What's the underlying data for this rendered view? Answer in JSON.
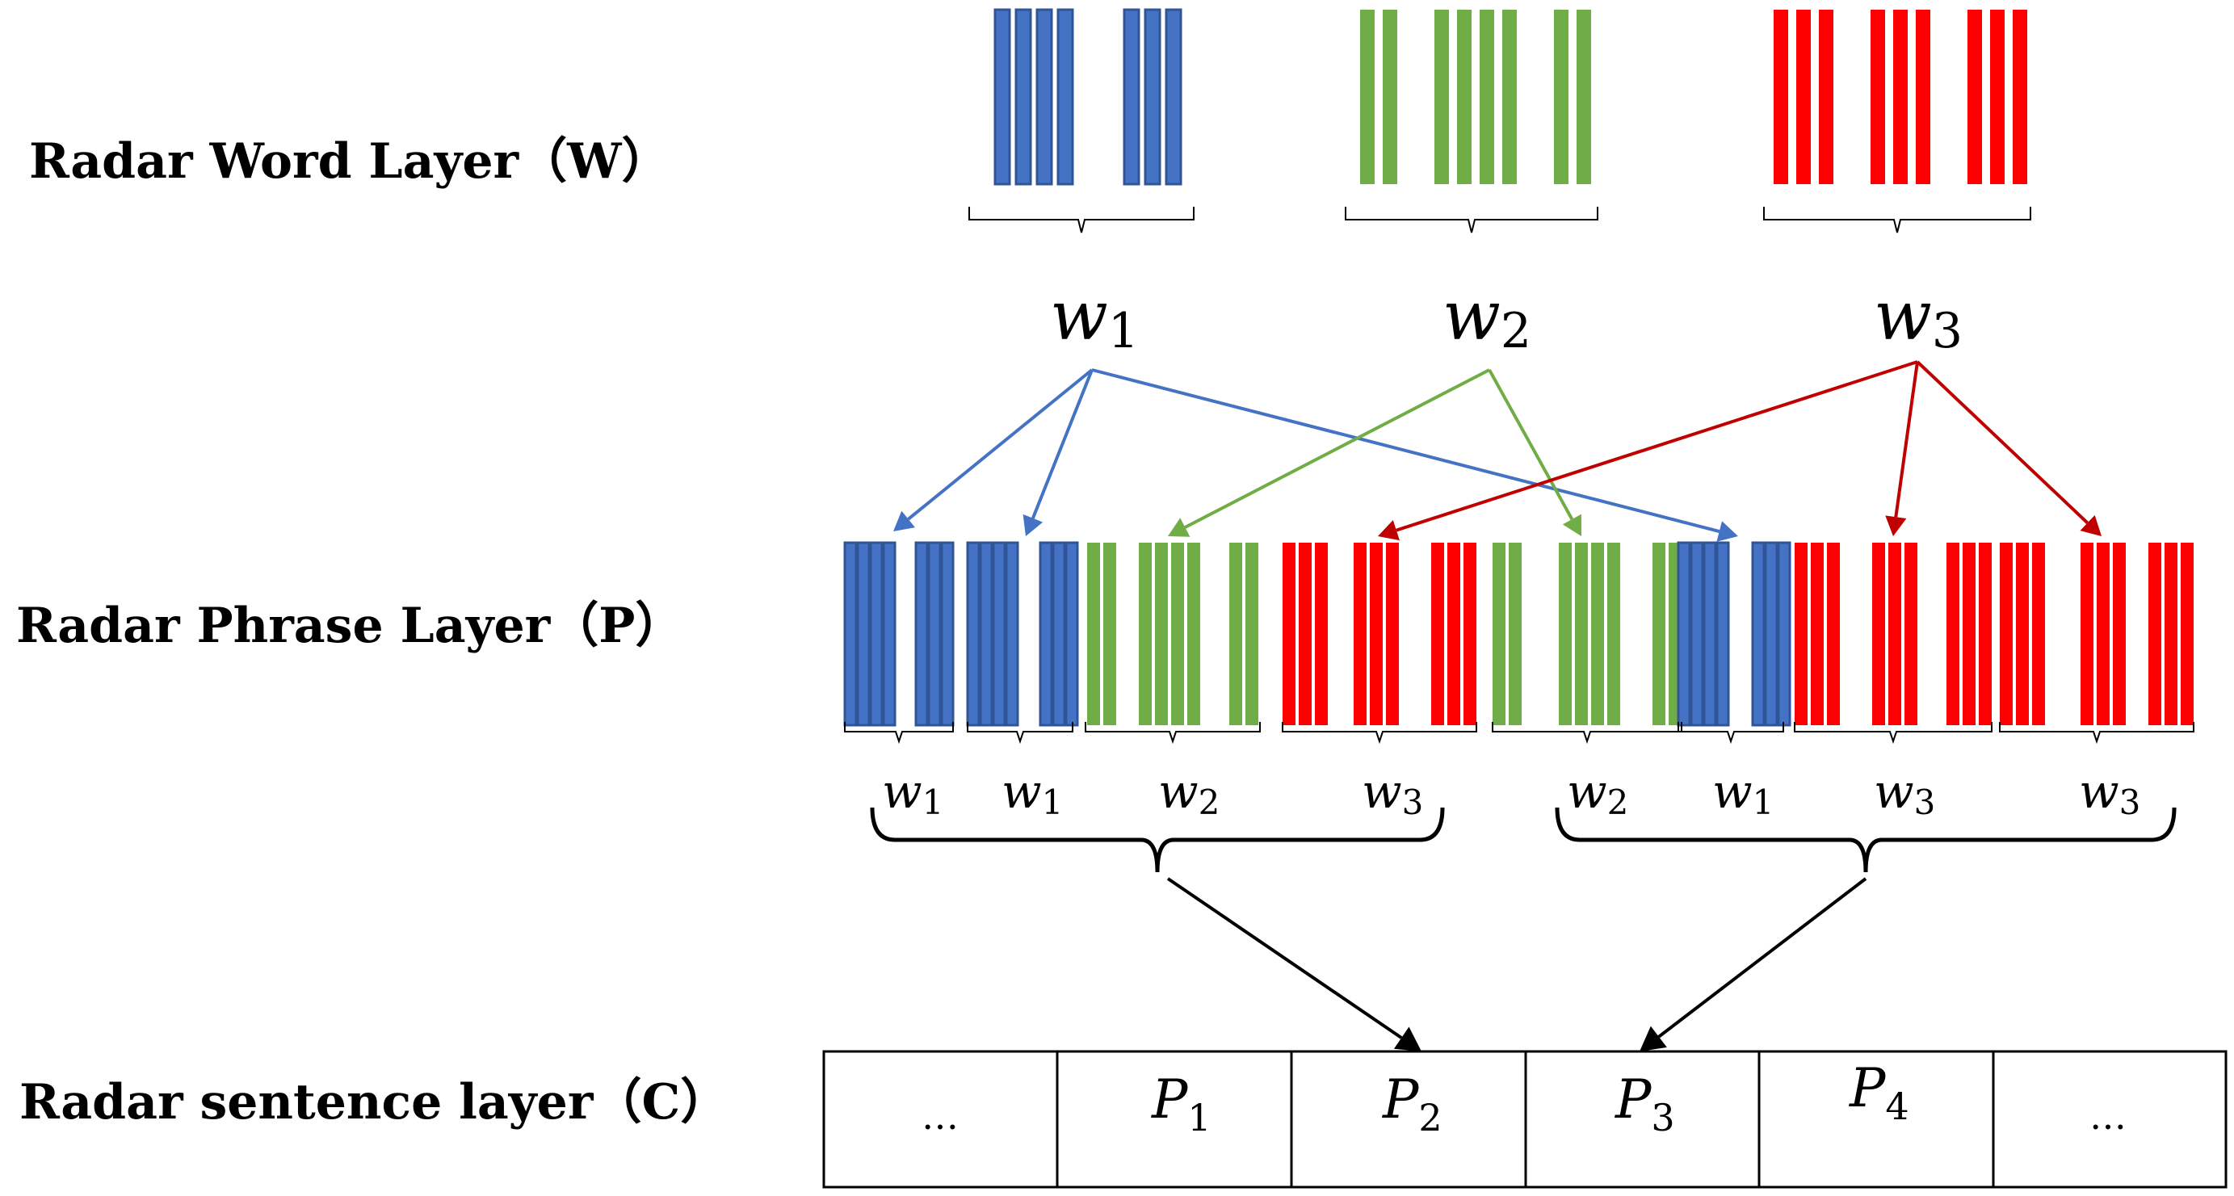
{
  "colors": {
    "w1": "#4472C4",
    "w2": "#70AD47",
    "w3": "#FF0000",
    "w3_arrow": "#C00000",
    "ink": "#000000"
  },
  "layers": {
    "word": "Radar Word Layer（W）",
    "phrase": "Radar Phrase Layer（P）",
    "sentence": "Radar sentence layer（C）"
  },
  "symbols": {
    "w_base": "w",
    "w1_sub": "1",
    "w2_sub": "2",
    "w3_sub": "3",
    "p_base": "P",
    "p1_sub": "1",
    "p2_sub": "2",
    "p3_sub": "3",
    "p4_sub": "4",
    "ellipsis": "…"
  },
  "phrase_sequence": [
    "w1",
    "w1",
    "w2",
    "w3",
    "w2",
    "w1",
    "w3",
    "w3"
  ],
  "sentence_cells": [
    "…",
    "P1",
    "P2",
    "P3",
    "P4",
    "…"
  ]
}
